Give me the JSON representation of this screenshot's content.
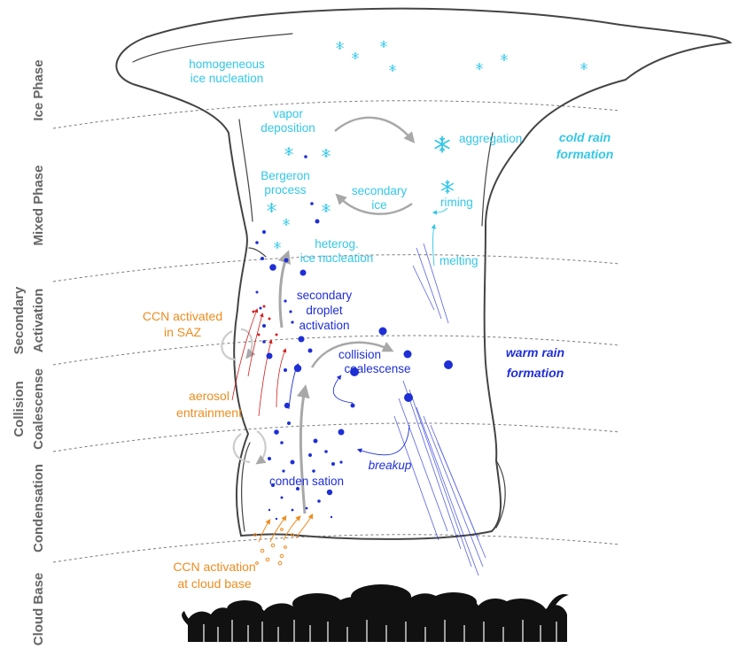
{
  "colors": {
    "ice": "#33c7e8",
    "liquid": "#1f2fd6",
    "aerosol": "#ee8c1f",
    "entrainment": "#d42020",
    "outline": "#444444",
    "zone_text": "#666666",
    "arrow": "#a8a8a8"
  },
  "zones": {
    "ice_phase": "Ice Phase",
    "mixed_phase": "Mixed Phase",
    "secondary_activation": [
      "Secondary",
      "Activation"
    ],
    "collision_coalescense": [
      "Collision",
      "Coalescense"
    ],
    "condensation": "Condensation",
    "cloud_base": "Cloud Base"
  },
  "labels": {
    "homogeneous_ice_nucleation": [
      "homogeneous",
      "ice nucleation"
    ],
    "vapor_deposition": [
      "vapor",
      "deposition"
    ],
    "aggregation": "aggregation",
    "cold_rain_formation": [
      "cold rain",
      "formation"
    ],
    "bergeron_process": [
      "Bergeron",
      "process"
    ],
    "secondary_ice": [
      "secondary",
      "ice"
    ],
    "riming": "riming",
    "heterog_ice_nucleation": [
      "heterog.",
      "ice nucleation"
    ],
    "melting": "melting",
    "secondary_droplet_activation": [
      "secondary",
      "droplet",
      "activation"
    ],
    "ccn_activated_saz": [
      "CCN activated",
      "in SAZ"
    ],
    "collision": "collision",
    "coalescense": "coalescense",
    "warm_rain_formation": [
      "warm rain",
      "formation"
    ],
    "aerosol_entrainment": [
      "aerosol",
      "entrainment"
    ],
    "breakup": "breakup",
    "condensation": "conden sation",
    "ccn_activation_cloud_base": [
      "CCN activation",
      "at cloud base"
    ]
  },
  "icons": {
    "snowflake": "snowflake-icon",
    "droplet": "droplet-icon",
    "aerosol": "aerosol-particle-icon",
    "forest": "forest-silhouette-icon"
  }
}
